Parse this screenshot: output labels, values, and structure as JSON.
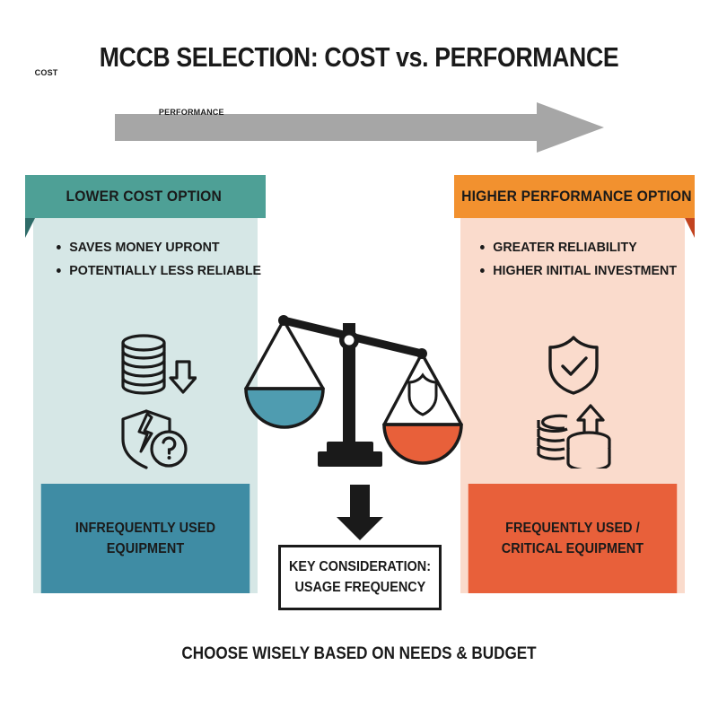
{
  "title": "MCCB SELECTION: COST vs. PERFORMANCE",
  "footer": "CHOOSE WISELY BASED ON NEEDS & BUDGET",
  "top_arrow": {
    "icon": "right-arrow-icon",
    "color": "#a6a6a6",
    "direction": "right"
  },
  "left_column": {
    "banner": "LOWER COST OPTION",
    "banner_color": "#4ea096",
    "fold_color": "#2e6b68",
    "panel_color": "#d6e7e6",
    "bullets": [
      "SAVES MONEY UPRONT",
      "POTENTIALLY LESS RELIABLE"
    ],
    "icons": [
      {
        "name": "coins-down-icon",
        "meaning": "coin stack with down arrow"
      },
      {
        "name": "broken-shield-question-icon",
        "meaning": "cracked shield with question mark"
      }
    ],
    "footer_label": "INFREQUENTLY USED\nEQUIPMENT",
    "footer_line1": "INFREQUENTLY USED",
    "footer_line2": "EQUIPMENT",
    "footer_color": "#3f8ca4"
  },
  "right_column": {
    "banner": "HIGHER PERFORMANCE OPTION",
    "banner_color": "#f2912f",
    "fold_color": "#c2431f",
    "panel_color": "#fadbcc",
    "bullets": [
      "GREATER RELIABILITY",
      "HIGHER INITIAL INVESTMENT"
    ],
    "icons": [
      {
        "name": "shield-check-icon",
        "meaning": "shield with checkmark"
      },
      {
        "name": "coins-up-icon",
        "meaning": "coin stacks with up arrow"
      }
    ],
    "footer_label": "FREQUENTLY USED /\nCRITICAL EQUIPMENT",
    "footer_line1": "FREQUENTLY USED /",
    "footer_line2": "CRITICAL EQUIPMENT",
    "footer_color": "#e8603a"
  },
  "scale": {
    "icon": "balance-scale-icon",
    "tilt": "right-side-down",
    "left_pan_label": "COST",
    "left_pan_color": "#4f9cb0",
    "right_pan_label": "PERFORMANCE",
    "right_pan_color": "#e8603a",
    "right_pan_icon": "shield-icon"
  },
  "key_consideration": {
    "arrow_icon": "down-arrow-icon",
    "line1": "KEY CONSIDERATION:",
    "line2": "USAGE FREQUENCY",
    "border_color": "#1a1a1a"
  }
}
